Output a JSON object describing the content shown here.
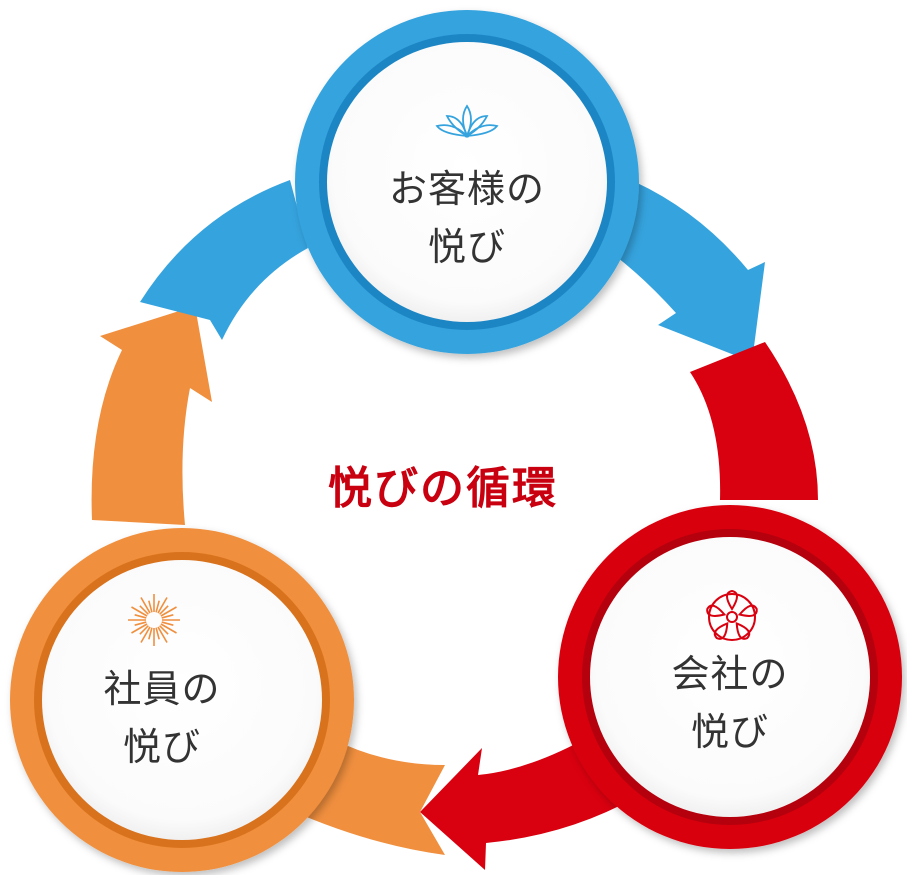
{
  "colors": {
    "customer": "#35a3de",
    "customer_dark": "#1f86c4",
    "company": "#d9000f",
    "company_dark": "#b5000c",
    "employee": "#f08f3e",
    "employee_dark": "#d8721f",
    "title": "#c8000f",
    "label": "#333333"
  },
  "center_title": "悦びの循環",
  "nodes": {
    "customer": {
      "line1": "お客様の",
      "line2": "悦び",
      "icon": "lotus-icon"
    },
    "company": {
      "line1": "会社の",
      "line2": "悦び",
      "icon": "sakura-icon"
    },
    "employee": {
      "line1": "社員の",
      "line2": "悦び",
      "icon": "firework-icon"
    }
  }
}
